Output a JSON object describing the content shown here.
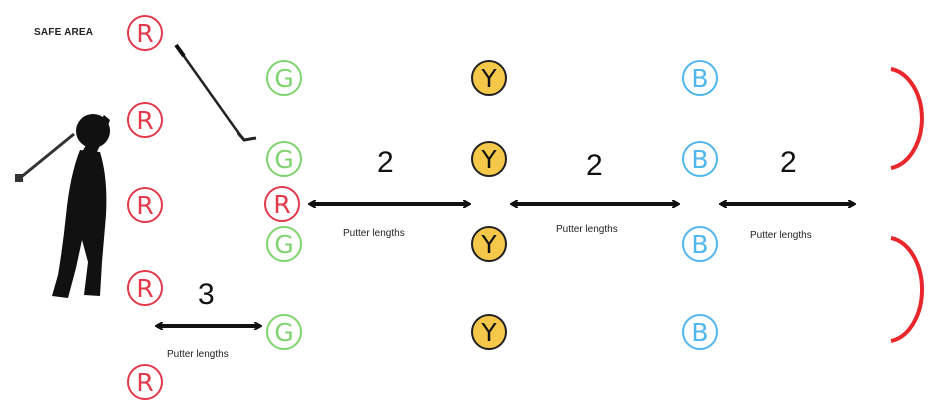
{
  "safe_area_label": "SAFE AREA",
  "colors": {
    "red": "#e23a4a",
    "green": "#7ed36f",
    "yellow": "#f5c84a",
    "blue": "#4fb7ee",
    "black": "#111111"
  },
  "markers": {
    "red": [
      "R",
      "R",
      "R",
      "R",
      "R",
      "R"
    ],
    "green": [
      "G",
      "G",
      "G",
      "G"
    ],
    "yellow": [
      "Y",
      "Y",
      "Y",
      "Y"
    ],
    "blue": [
      "B",
      "B",
      "B",
      "B"
    ]
  },
  "distances": [
    {
      "value": "2",
      "unit": "Putter  lengths"
    },
    {
      "value": "2",
      "unit": "Putter lengths"
    },
    {
      "value": "2",
      "unit": "Putter lengths"
    },
    {
      "value": "3",
      "unit": "Putter lengths"
    }
  ],
  "icons": {
    "golfer": "golfer-silhouette-icon",
    "club": "golf-club-icon",
    "hole": "hole-arc-icon"
  }
}
